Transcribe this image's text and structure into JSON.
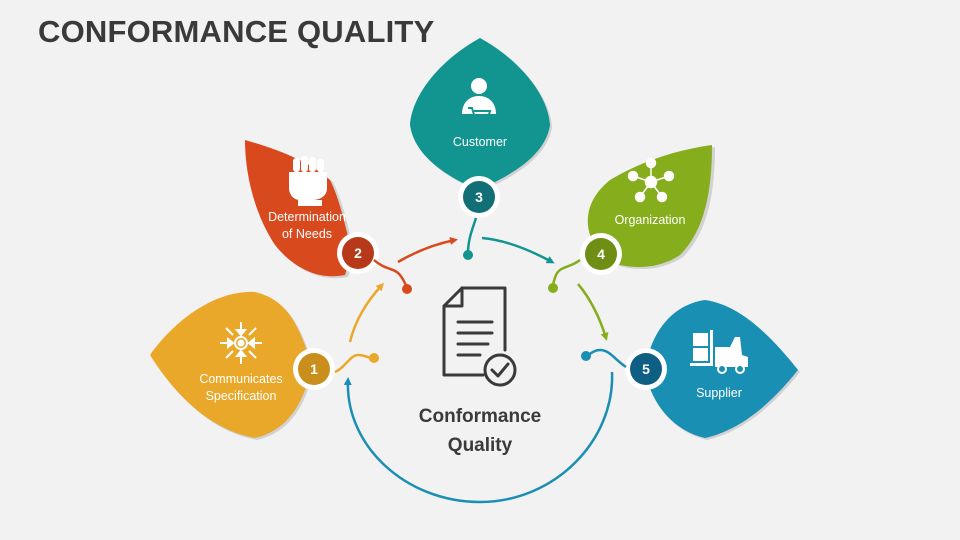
{
  "title": "CONFORMANCE QUALITY",
  "center": {
    "label_line1": "Conformance",
    "label_line2": "Quality",
    "icon": "document-check-icon"
  },
  "steps": [
    {
      "number": "1",
      "label_line1": "Communicates",
      "label_line2": "Specification",
      "color": "#eaa82b",
      "icon": "arrows-converge-icon"
    },
    {
      "number": "2",
      "label_line1": "Determination",
      "label_line2": "of Needs",
      "color": "#d9491e",
      "icon": "raised-fist-icon"
    },
    {
      "number": "3",
      "label_line1": "Customer",
      "label_line2": "",
      "color": "#129490",
      "icon": "customer-cart-icon"
    },
    {
      "number": "4",
      "label_line1": "Organization",
      "label_line2": "",
      "color": "#86ad1c",
      "icon": "network-people-icon"
    },
    {
      "number": "5",
      "label_line1": "Supplier",
      "label_line2": "",
      "color": "#1a8fb4",
      "icon": "forklift-icon"
    }
  ]
}
